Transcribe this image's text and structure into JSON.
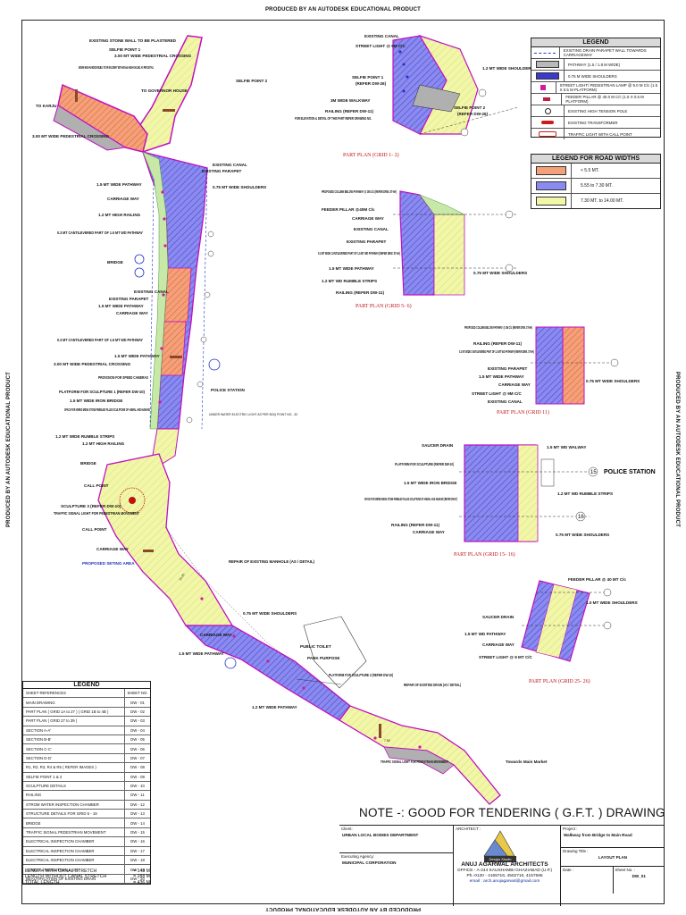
{
  "banner_text": "PRODUCED BY AN AUTODESK EDUCATIONAL PRODUCT",
  "legend": {
    "title": "LEGEND",
    "items": [
      {
        "label": "EXISTING DRAIN PARAPET WALL TOWARDS CARRIAGEWAY",
        "color": "#1f3fbf",
        "style": "dashed"
      },
      {
        "label": "PATHWAY (1.5 / 1.8 M WIDE)",
        "color": "#b9b9b9",
        "style": "fill"
      },
      {
        "label": "0.75 M WIDE SHOULDERS",
        "color": "#3a3ad0",
        "style": "fill"
      },
      {
        "label": "STREET LIGHT/ PEDESTRIAN LAMP @ 9.0 M C/c (1.5 X 0.5 M PLATFORM)",
        "color": "#d01aa0",
        "style": "lamp"
      },
      {
        "label": "FEEDER PILLAR @ 40.0 M C/c (1.5 X 0.5 M PLATFORM)",
        "color": "#c02040",
        "style": "pillar"
      },
      {
        "label": "EXISTING HIGH TENSION POLE",
        "color": "#222222",
        "style": "pole"
      },
      {
        "label": "EXISTING TRANSFORMER",
        "color": "#d01a1a",
        "style": "transformer"
      },
      {
        "label": "TRAFFIC LIGHT WITH CALL POINT",
        "color": "#d01a1a",
        "style": "traffic"
      }
    ]
  },
  "road_widths": {
    "title": "LEGEND FOR ROAD WIDTHS",
    "items": [
      {
        "label": "< 5.5 MT.",
        "color": "#f4a07a"
      },
      {
        "label": "5.55 to 7.30 MT.",
        "color": "#8a8af0"
      },
      {
        "label": "7.30 MT. to 14.00 MT.",
        "color": "#f2f7a8"
      }
    ]
  },
  "part_plans": [
    {
      "title": "PART PLAN (GRID 1- 2)"
    },
    {
      "title": "PART PLAN (GRID 5- 6)"
    },
    {
      "title": "PART PLAN (GRID 11)"
    },
    {
      "title": "PART PLAN (GRID 15- 16)"
    },
    {
      "title": "PART PLAN (GRID 25- 26)"
    }
  ],
  "plan1_labels": {
    "l1": "EXISTING CANAL",
    "l2": "STREET LIGHT @ 9M C/C",
    "l3": "SELFIE POINT 1",
    "l4": "(REFER DW-26)",
    "l5": "3M WIDE WALKWAY",
    "l6": "RAILING (REFER DW-11)",
    "l7": "FOR ELEVATION & DETAIL OF THIS PART REFER DRAWING NO.",
    "l8": "1.2 MT WIDE SHOULDERS",
    "l9": "SELFIE POINT 2",
    "l10": "(REFER DW-26)"
  },
  "plan2_labels": {
    "l1": "PROPOSED COLUMN BELOW PATHWAY @ 3M C/c (REFER DRW. ST-9A)",
    "l2": "FEEDER PILLAR @40M C/c",
    "l3": "CARRIAGE WAY",
    "l4": "EXISTING CANAL",
    "l5": "EXISTING PARAPET",
    "l6": "0.3 MT WIDE CANTILEVERED PART OF 1.5 MT WD PATHWAY (REFER DRW. ST-9A)",
    "l7": "1.5 MT WIDE PATHWAY",
    "l8": "1.2 MT WD RUMBLE STRIPS",
    "l9": "RAILING (REFER DW-11)",
    "l10": "0.75 MT WIDE SHOULDERS"
  },
  "plan3_labels": {
    "l1": "PROPOSED COLUMN BELOW PATHWAY @ 3M C/c (REFER DRW. ST-9A)",
    "l2": "RAILING (REFER DW-11)",
    "l3": "0.3 MT WIDE CANTILEVERED PART OF 1.5 MT WD PATHWAY (REFER DRW. ST-9A)",
    "l4": "EXISTING PARAPET",
    "l5": "1.5 MT WIDE PATHWAY",
    "l6": "CARRIAGE WAY",
    "l7": "STREET LIGHT @ 9M C/C",
    "l8": "EXISTING CANAL",
    "l9": "0.75 MT WIDE SHOULDERS"
  },
  "plan4_labels": {
    "l1": "SAUCER DRAIN",
    "l2": "1.5 MT WD WALWAY",
    "l3": "PLATFORM FOR SCULPTURE (REFER DW-10)",
    "l4": "1.5 MT WIDE IRON BRIDGE",
    "l5": "SPACE FOR WIRED MESH STONE PEBBLED FILLED SCULPTURE OF ANIMAL AND HUMANS (REFER DW-07)",
    "l6": "1.2 MT WD RUMBLE STRIPS",
    "l7": "RAILING (REFER DW-11)",
    "l8": "CARRIAGE WAY",
    "l9": "0.75 MT WIDE SHOULDERS",
    "police": "POLICE STATION"
  },
  "plan5_labels": {
    "l1": "FEEDER PILLAR @ 40 MT C/c",
    "l2": "1.0 MT WIDE SHOULDERS",
    "l3": "SAUCER DRAIN",
    "l4": "1.5 MT WD PATHWAY",
    "l5": "CARRIAGE WAY",
    "l6": "STREET LIGHT @ 9 MT C/C"
  },
  "main_labels": {
    "a1": "EXISTING STONE WALL TO BE PLASTERED",
    "a2": "SELFIE POINT 1",
    "a3": "3.00 MT WIDE PEDESTRIAL CROSSING",
    "a4": "600MM HIGH RANDOM RUBLY STAR MASONRY WITH 600mm HIGH RAILING AS PER DETAIL",
    "a5": "TO GOVERNOR HOUSE",
    "a6": "SELFIE POINT 2",
    "a7": "TO KARJU",
    "a8": "3.00 MT WIDE PEDESTRIAL CROSSING",
    "a9": "EXISTING CANAL",
    "a10": "EXISTING PARAPET",
    "a11": "1.5 MT WIDE PATHWAY",
    "a12": "0.75 MT WIDE SHOULDERS",
    "a13": "CARRIAGE WAY",
    "a14": "1.2 MT HIGH RAILING",
    "a15": "0.3 MT CANTILEVERED PART OF 1.5 MT WD PATHWAY",
    "a16": "BRIDGE",
    "a17": "EXISTING CANAL",
    "a18": "EXISTING PARAPET",
    "a19": "1.5 MT WIDE PATHWAY",
    "a20": "CARRIAGE WAY",
    "a21": "0.3 MT CANTILEVERED PART OF 1.5 MT WD PATHWAY",
    "a22": "1.5 MT WIDE PATHWAY",
    "a23": "3.00 MT WIDE PEDESTRIAL CROSSING",
    "a24": "PROVISION FOR SPEED CAMERAS",
    "a25": "PLATFORM FOR SCULPTURE 1 (REFER DW-10)",
    "a26": "1.5 MT WIDE IRON BRIDGE",
    "a27": "SPACE FOR WIRED MESH STONE PEBBLED FILLED SCULPTURE OF ANIMAL AND HUMANS",
    "a28": "1.2 MT WIDE RUMBLE STRIPS",
    "a29": "1.2 MT HIGH RAILING",
    "a30": "BRIDGE",
    "a31": "CALL POINT",
    "a32": "SCULPTURE 3 (REFER DW-10)",
    "a33": "TRAFFIC SIGNAL LIGHT FOR PEDESTRIAN MOVEMENT",
    "a34": "CALL POINT",
    "a35": "CARRIAGE WAY",
    "a36": "PROPOSED SETING AREA",
    "a37": "REPAIR OF EXISTING MANHOLE (AS / DETAIL)",
    "a38": "0.75 MT WIDE SHOULDERS",
    "a39": "CARRIAGE WAY",
    "a40": "1.5 MT WIDE PATHWAY",
    "a41": "PUBLIC TOILET",
    "a42": "PARK PURPOSE",
    "a43": "PLATFORM FOR SCULPTURE 2 (REFER DW-10)",
    "a44": "REPAIR OF EXISTING DRAIN (AS / DETAIL)",
    "a45": "1.2 MT WIDE PATHWAY",
    "a46": "TRAFFIC SIGNAL LIGHT FOR PEDESTRIAN MOVEMENT",
    "a47": "Towards Main Market",
    "a48": "POLICE STATION",
    "a49": "UNDER WATER ELECTRIC LIGHT AS PER BOQ POINT NO - 32"
  },
  "sheet_list": {
    "title": "LEGEND",
    "col1": "SHEET REFERENCES",
    "col2": "SHEET NO.",
    "rows": [
      [
        "MAIN DRAWING",
        "DW - 01"
      ],
      [
        "PART PLAN ( GRID 1A to 27 ) ( GRID 1B to 4B )",
        "DW - 02"
      ],
      [
        "PART PLAN ( GRID 27 to 39 )",
        "DW - 03"
      ],
      [
        "SECTION A-A'",
        "DW - 04"
      ],
      [
        "SECTION B-B'",
        "DW - 05"
      ],
      [
        "SECTION C-C'",
        "DW - 06"
      ],
      [
        "SECTION D-D'",
        "DW - 07"
      ],
      [
        "R1, R2, R3, R4 & R5 ( REFER IMAGES )",
        "DW - 08"
      ],
      [
        "SELFIE POINT 1 & 2",
        "DW - 09"
      ],
      [
        "SCULPTURE DETAILS",
        "DW - 10"
      ],
      [
        "RAILING",
        "DW - 11"
      ],
      [
        "STROM WATER INSPECTION CHAMBER",
        "DW - 12"
      ],
      [
        "STRUCTURE DETAILS FOR GRID 5 - 19",
        "DW - 13"
      ],
      [
        "BRIDGE",
        "DW - 14"
      ],
      [
        "TRAFFIC SIGNAL PEDESTRIAN MOVEMENT",
        "DW - 15"
      ],
      [
        "ELECTRICAL INSPECTION CHAMBER",
        "DW - 16"
      ],
      [
        "ELECTRICAL INSPECTION CHAMBER",
        "DW - 17"
      ],
      [
        "ELECTRICAL INSPECTION CHAMBER",
        "DW - 18"
      ],
      [
        "STREET / PEDESTRIAL LIGHT",
        "DW - 19"
      ],
      [
        "BEAUTIFICATION OF EXISTING DRAIN",
        "DW - 20"
      ]
    ]
  },
  "lengths": [
    {
      "label": "LENGTH WITH CANAL STRETCH",
      "value": "= 148 M"
    },
    {
      "label": "LENGTH WITHOUT CANAL STRETCH",
      "value": "= 288 M"
    },
    {
      "label": "TOTAL LENGTH",
      "value": "= 436 M"
    }
  ],
  "note": "NOTE -: GOOD FOR TENDERING ( G.F.T. ) DRAWING",
  "title_block": {
    "client_cap": "Client:",
    "client_val": "URBAN LOCAL BODIES DEPARTMENT",
    "exec_cap": "Executing Agency:",
    "exec_val": "MUNICIPAL CORPORATION",
    "architect_cap": "ARCHITECT :",
    "studio": "Design Studio",
    "arch_name": "ANUJ AGARWAL ARCHITECTS",
    "arch_addr": "OFFICE - A-244 KAUSHAMBI GHAZIABAD (U.P.)",
    "arch_phone": "Ph.-0120 - 4165716, 4502716, 4157566",
    "arch_email": "email : arch.anujagarwal@gmail.com",
    "project_cap": "Project :",
    "project_val": "Walkway from Bridge to Main Road",
    "drawing_cap": "Drawing Title :",
    "drawing_val": "LAYOUT PLAN",
    "date_cap": "Date :",
    "sheet_cap": "Sheet No. :",
    "sheet_val": "DW_01"
  }
}
